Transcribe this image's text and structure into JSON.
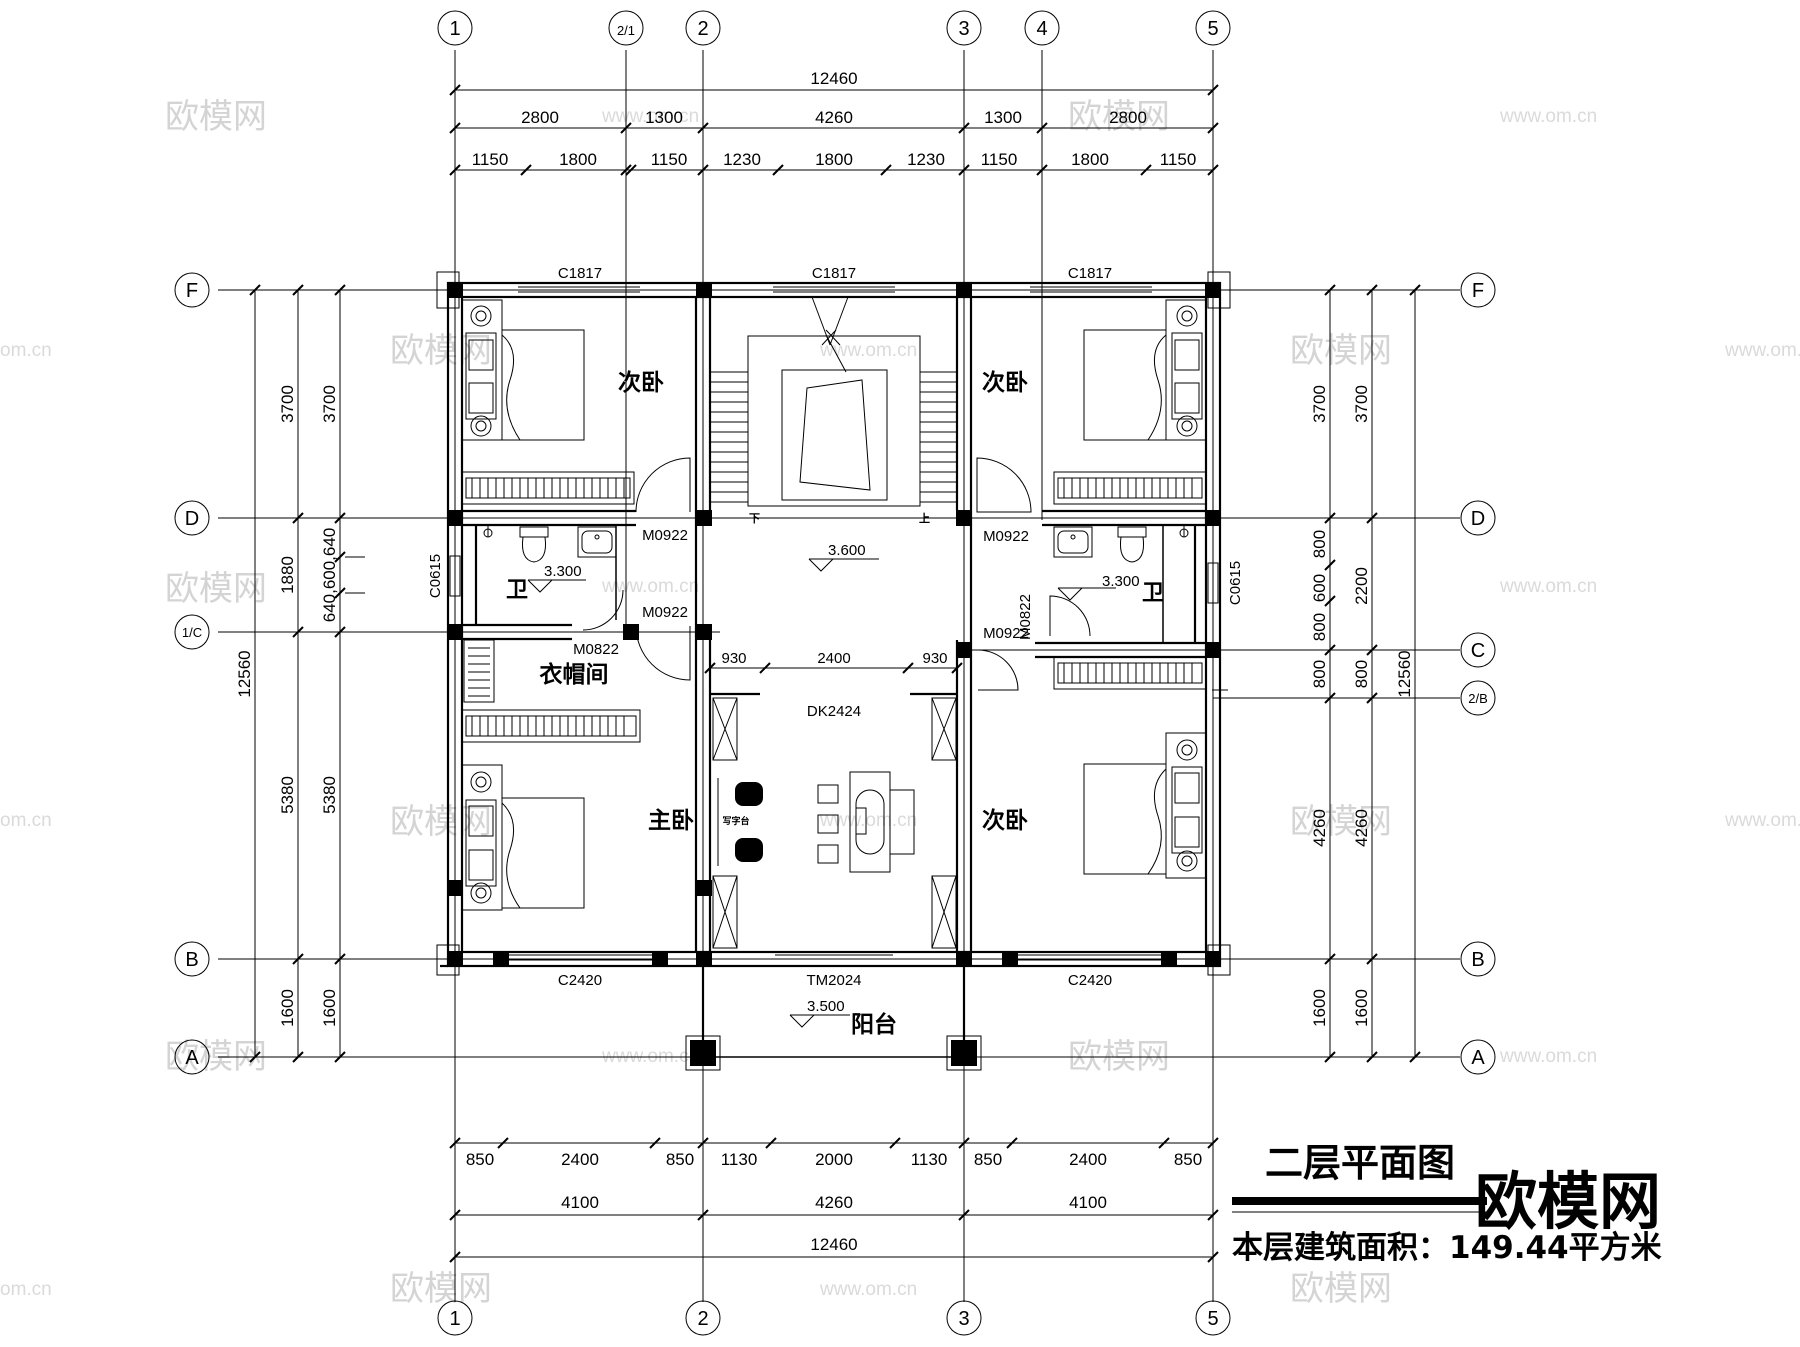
{
  "title": "二层平面图",
  "area_text": "本层建筑面积：149.44平方米",
  "brand_watermark": "欧模网",
  "watermark_small": "欧模网",
  "watermark_url": "www.om.cn",
  "watermark_url_short": "om.cn",
  "axes": {
    "top": [
      "1",
      "2/1",
      "2",
      "3",
      "4",
      "5"
    ],
    "bottom": [
      "1",
      "2",
      "3",
      "5"
    ],
    "left": [
      "F",
      "D",
      "1/C",
      "B",
      "A"
    ],
    "right": [
      "F",
      "D",
      "C",
      "2/B",
      "B",
      "A"
    ]
  },
  "dims_top": {
    "overall": "12460",
    "row2": [
      "2800",
      "1300",
      "4260",
      "1300",
      "2800"
    ],
    "row3": [
      "1150",
      "1800",
      "1150",
      "1230",
      "1800",
      "1230",
      "1150",
      "1800",
      "1150"
    ]
  },
  "dims_bottom": {
    "row1": [
      "850",
      "2400",
      "850",
      "1130",
      "2000",
      "1130",
      "850",
      "2400",
      "850"
    ],
    "row2": [
      "4100",
      "4260",
      "4100"
    ],
    "overall": "12460"
  },
  "dims_left": {
    "overall": "12560",
    "mid": [
      "3700",
      "1880",
      "5380",
      "1600"
    ],
    "inner": [
      "3700",
      "640,600,640",
      "5380",
      "1600"
    ]
  },
  "dims_right": {
    "inner": [
      "3700",
      "800",
      "600",
      "800",
      "800",
      "4260",
      "1600"
    ],
    "mid": [
      "3700",
      "2200",
      "800",
      "4260",
      "1600"
    ],
    "overall": "12560"
  },
  "rooms": {
    "bed_nw": "次卧",
    "bed_ne": "次卧",
    "bed_se": "次卧",
    "master": "主卧",
    "closet": "衣帽间",
    "bath_w": "卫",
    "bath_e": "卫",
    "balcony": "阳台",
    "desk": "写字台"
  },
  "levels": {
    "hall": "3.600",
    "bath_w": "3.300",
    "bath_e": "3.300",
    "balcony": "3.500"
  },
  "openings": {
    "win_top": "C1817",
    "win_bottom": "C2420",
    "win_side": "C0615",
    "door_m0922": "M0922",
    "door_m0822": "M0822",
    "opening_dk": "DK2424",
    "door_tm": "TM2024"
  },
  "hall_dims": [
    "930",
    "2400",
    "930"
  ],
  "stair_marks": {
    "down": "下",
    "up": "上"
  }
}
